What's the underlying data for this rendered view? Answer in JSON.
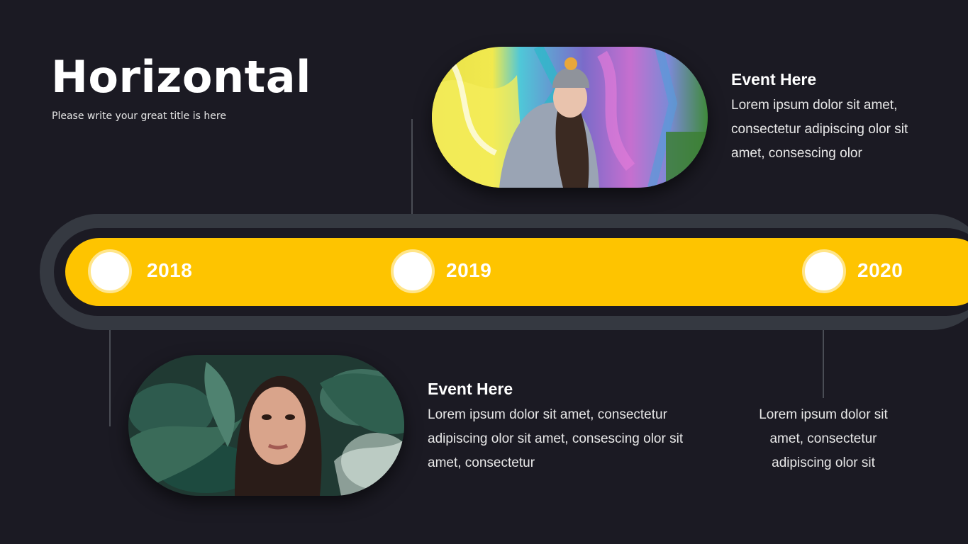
{
  "header": {
    "title": "Horizontal",
    "subtitle": "Please write your great title is here"
  },
  "colors": {
    "background": "#1b1a23",
    "accent": "#fec400",
    "track": "#353941",
    "text": "#ffffff"
  },
  "timeline": {
    "milestones": [
      {
        "year": "2018"
      },
      {
        "year": "2019"
      },
      {
        "year": "2020"
      }
    ]
  },
  "events": [
    {
      "heading": "Event Here",
      "lines": [
        "Lorem ipsum dolor sit amet,",
        "consectetur adipiscing olor sit",
        "amet, consescing olor"
      ],
      "image": "woman-in-beanie-graffiti-wall-photo"
    },
    {
      "heading": "Event Here",
      "lines": [
        "Lorem ipsum dolor sit amet, consectetur",
        "adipiscing olor sit amet, consescing olor sit",
        "amet, consectetur"
      ],
      "image": "woman-behind-leaves-photo"
    },
    {
      "heading": "",
      "lines": [
        "Lorem ipsum dolor sit",
        "amet, consectetur",
        "adipiscing olor sit"
      ]
    }
  ]
}
